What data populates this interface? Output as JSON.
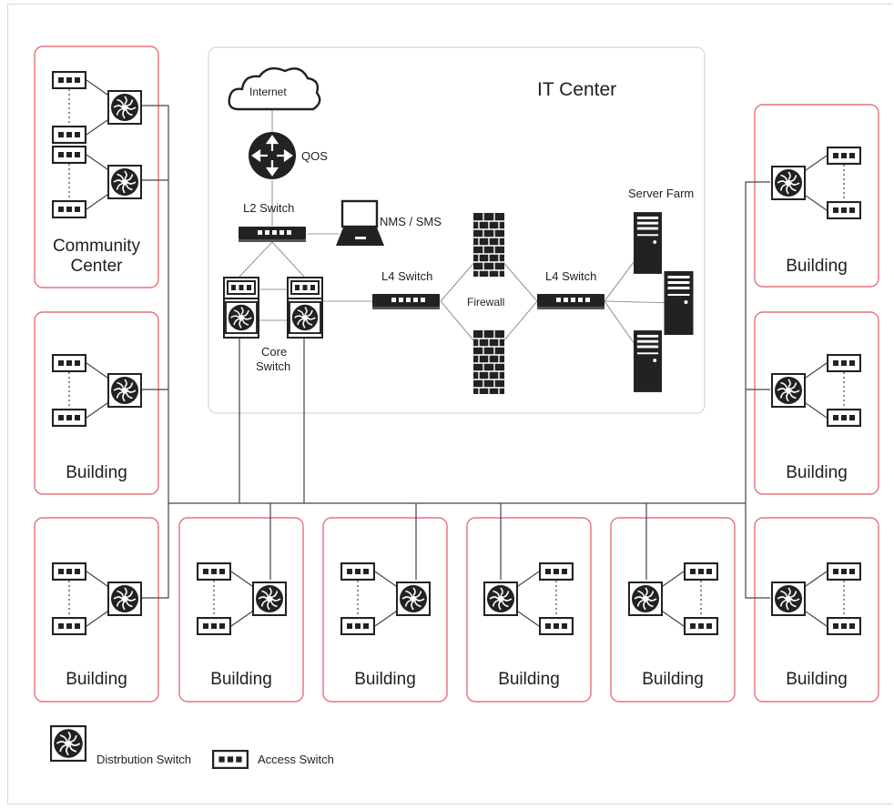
{
  "it_center": {
    "title": "IT Center",
    "internet": "Internet",
    "qos": "QOS",
    "l2_switch": "L2 Switch",
    "nms_sms": "NMS / SMS",
    "l4_switch_left": "L4 Switch",
    "l4_switch_right": "L4 Switch",
    "firewall": "Firewall",
    "server_farm": "Server Farm",
    "core_switch_line1": "Core",
    "core_switch_line2": "Switch"
  },
  "community_center": {
    "line1": "Community",
    "line2": "Center"
  },
  "buildings": {
    "left_middle": "Building",
    "bottom_1": "Building",
    "bottom_2": "Building",
    "bottom_3": "Building",
    "bottom_4": "Building",
    "bottom_5": "Building",
    "bottom_6": "Building",
    "right_top": "Building",
    "right_middle": "Building"
  },
  "legend": {
    "distribution_switch": "Distrbution Switch",
    "access_switch": "Access Switch"
  },
  "colors": {
    "building_border": "#e8707a",
    "it_center_border": "#d6d6d6",
    "line": "#444444",
    "device": "#222222"
  }
}
